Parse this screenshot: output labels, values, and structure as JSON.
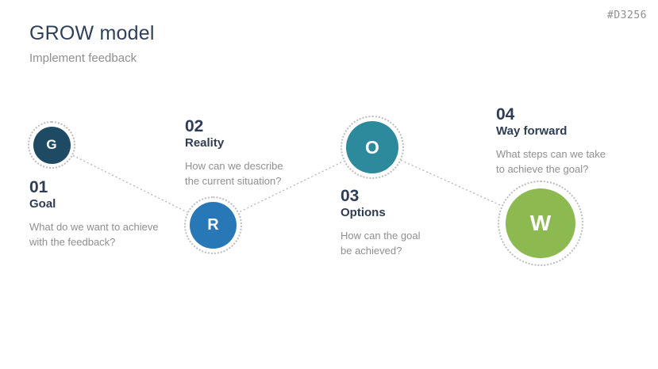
{
  "slide": {
    "title": "GROW model",
    "subtitle": "Implement feedback",
    "code": "#D3256"
  },
  "steps": [
    {
      "number": "01",
      "label": "Goal",
      "letter": "G",
      "description": [
        "What do we want to achieve",
        "with the feedback?"
      ],
      "color": "#1e4a64"
    },
    {
      "number": "02",
      "label": "Reality",
      "letter": "R",
      "description": [
        "How can we describe",
        "the current situation?"
      ],
      "color": "#2878b7"
    },
    {
      "number": "03",
      "label": "Options",
      "letter": "O",
      "description": [
        "How can the goal",
        "be achieved?"
      ],
      "color": "#2d8a9d"
    },
    {
      "number": "04",
      "label": "Way forward",
      "letter": "W",
      "description": [
        "What steps can we take",
        "to achieve the goal?"
      ],
      "color": "#8cba51"
    }
  ],
  "style": {
    "title_color": "#30405a",
    "number_color": "#2e3c55",
    "desc_color": "#8f8f8f",
    "connector_color": "#b5b5b5",
    "ring_color": "#bdbdbd"
  }
}
